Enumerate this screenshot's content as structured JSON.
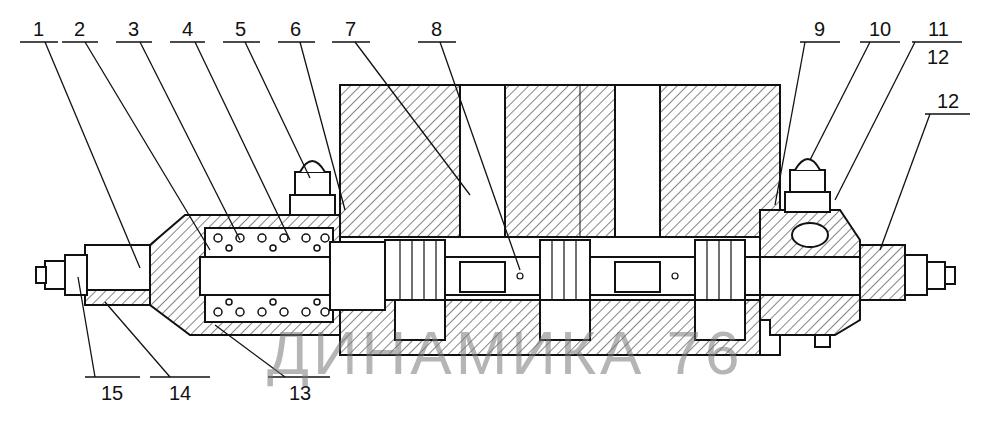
{
  "diagram": {
    "labels": [
      "1",
      "2",
      "3",
      "4",
      "5",
      "6",
      "7",
      "8",
      "9",
      "10",
      "11",
      "12",
      "12",
      "13",
      "14",
      "15",
      "ДИНАМИКА 76"
    ]
  }
}
